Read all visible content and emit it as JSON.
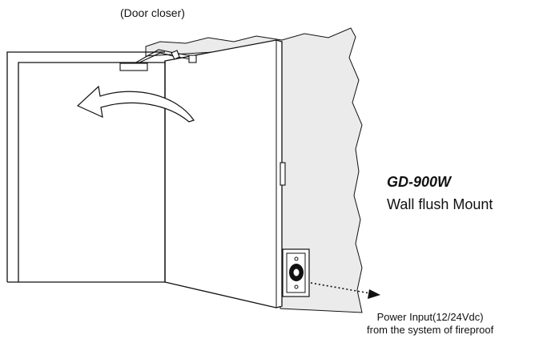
{
  "labels": {
    "door_closer": "(Door closer)",
    "model": "GD-900W",
    "mount_type": "Wall flush Mount",
    "power_line1": "Power Input(12/24Vdc)",
    "power_line2": "from the system of fireproof"
  },
  "colors": {
    "line": "#111111",
    "wall_fill": "#ebebeb",
    "door_fill": "#ffffff"
  }
}
